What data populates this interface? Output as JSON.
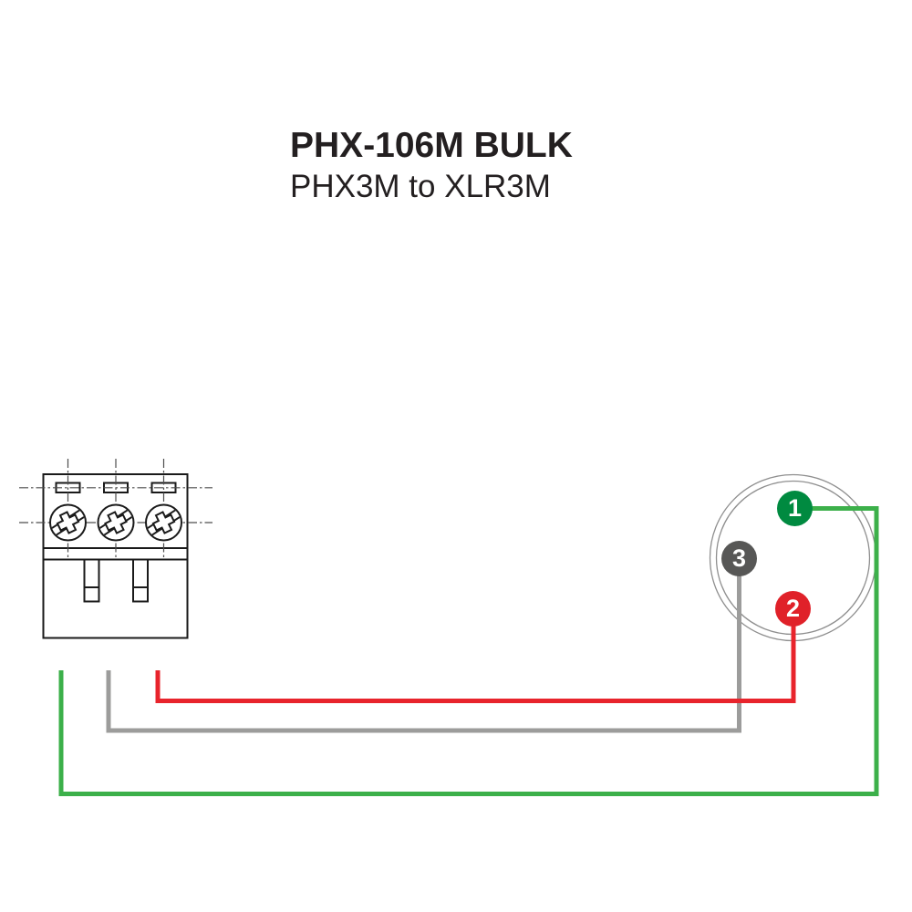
{
  "header": {
    "title": "PHX-106M BULK",
    "subtitle": "PHX3M to XLR3M"
  },
  "phoenix": {
    "terminal_count": 3,
    "terminals": [
      "left",
      "middle",
      "right"
    ]
  },
  "xlr": {
    "pins": [
      {
        "number": "1",
        "color_name": "green"
      },
      {
        "number": "2",
        "color_name": "red"
      },
      {
        "number": "3",
        "color_name": "gray"
      }
    ]
  },
  "wires": [
    {
      "color_name": "green",
      "from": "left terminal",
      "to": "XLR pin 1"
    },
    {
      "color_name": "gray",
      "from": "middle terminal",
      "to": "XLR pin 3"
    },
    {
      "color_name": "red",
      "from": "right terminal",
      "to": "XLR pin 2"
    }
  ],
  "colors": {
    "text": "#231f20",
    "outline": "#1a1a1a",
    "centerline": "#4d4d4d",
    "xlr_ring": "#8f8f8f",
    "wire_green": "#3cb04a",
    "wire_red": "#e8242c",
    "wire_gray": "#9c9c9b",
    "pin1_green": "#008a40",
    "pin2_red": "#e02129",
    "pin3_gray": "#575756",
    "pin_number_text": "#ffffff"
  }
}
